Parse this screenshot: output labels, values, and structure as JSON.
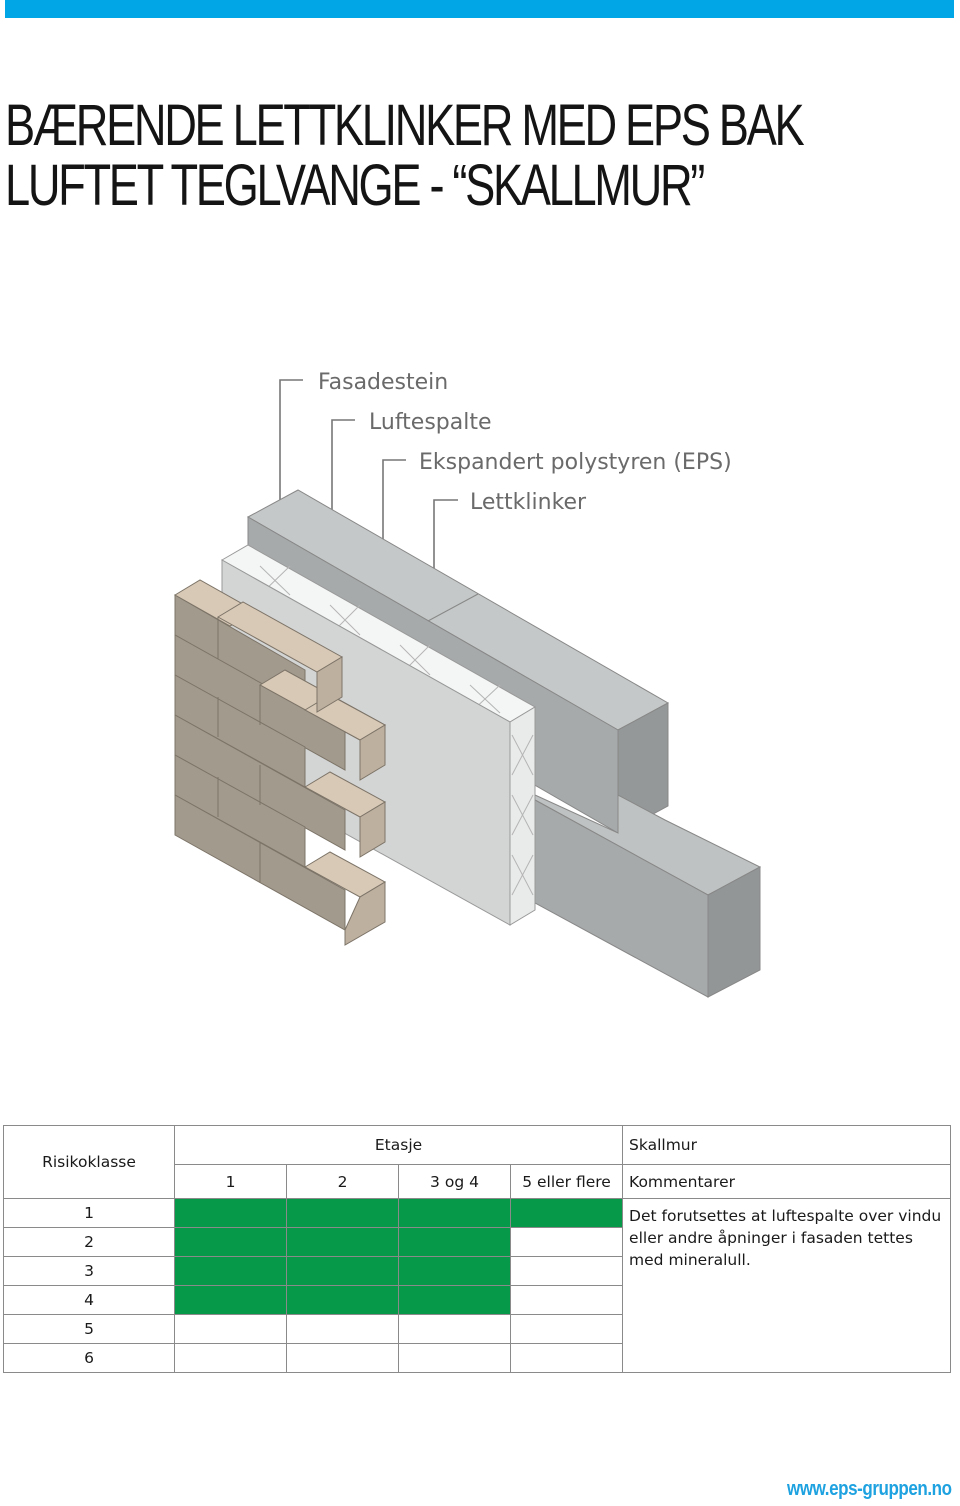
{
  "header": {
    "accent_color": "#00a6e6"
  },
  "title": {
    "line1": "BÆRENDE LETTKLINKER MED EPS BAK",
    "line2": "LUFTET TEGLVANGE - “SKALLMUR”"
  },
  "figure": {
    "labels": {
      "fasadestein": "Fasadestein",
      "luftespalte": "Luftespalte",
      "eps": "Ekspandert polystyren (EPS)",
      "lettklinker": "Lettklinker"
    }
  },
  "table": {
    "risk_header": "Risikoklasse",
    "etasje_header": "Etasje",
    "skallmur_header": "Skallmur",
    "floors": [
      "1",
      "2",
      "3 og 4",
      "5 eller flere"
    ],
    "comments_header": "Kommentarer",
    "green_color": "#06994a",
    "rows": [
      {
        "klasse": "1",
        "allowed": [
          true,
          true,
          true,
          true
        ]
      },
      {
        "klasse": "2",
        "allowed": [
          true,
          true,
          true,
          false
        ]
      },
      {
        "klasse": "3",
        "allowed": [
          true,
          true,
          true,
          false
        ]
      },
      {
        "klasse": "4",
        "allowed": [
          true,
          true,
          true,
          false
        ]
      },
      {
        "klasse": "5",
        "allowed": [
          false,
          false,
          false,
          false
        ]
      },
      {
        "klasse": "6",
        "allowed": [
          false,
          false,
          false,
          false
        ]
      }
    ],
    "comment": "Det forutsettes at luftespalte over vindu eller andre åpninger i fasaden tettes med mineralull."
  },
  "footer": {
    "url": "www.eps-gruppen.no"
  }
}
